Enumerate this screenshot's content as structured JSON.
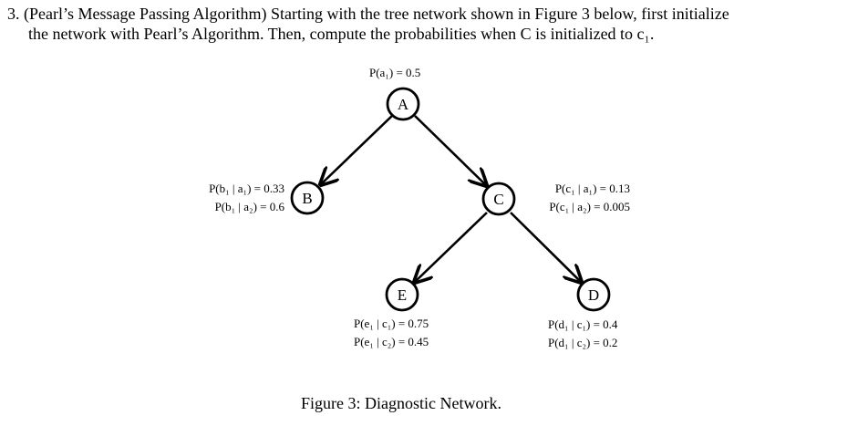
{
  "problem": {
    "line1": "3. (Pearl’s Message Passing Algorithm) Starting with the tree network shown in Figure 3 below, first initialize",
    "line2": "the network with Pearl’s Algorithm. Then, compute the probabilities when C is initialized to c₁."
  },
  "nodes": {
    "A": "A",
    "B": "B",
    "C": "C",
    "D": "D",
    "E": "E"
  },
  "probabilities": {
    "a": [
      "P(a₁) = 0.5"
    ],
    "b": [
      "P(b₁ | a₁) = 0.33",
      "P(b₁ | a₂) = 0.6"
    ],
    "c": [
      "P(c₁ | a₁) = 0.13",
      "P(c₁ | a₂) = 0.005"
    ],
    "e": [
      "P(e₁ | c₁) = 0.75",
      "P(e₁ | c₂) = 0.45"
    ],
    "d": [
      "P(d₁ | c₁) = 0.4",
      "P(d₁ | c₂) = 0.2"
    ]
  },
  "caption": "Figure 3: Diagnostic Network."
}
